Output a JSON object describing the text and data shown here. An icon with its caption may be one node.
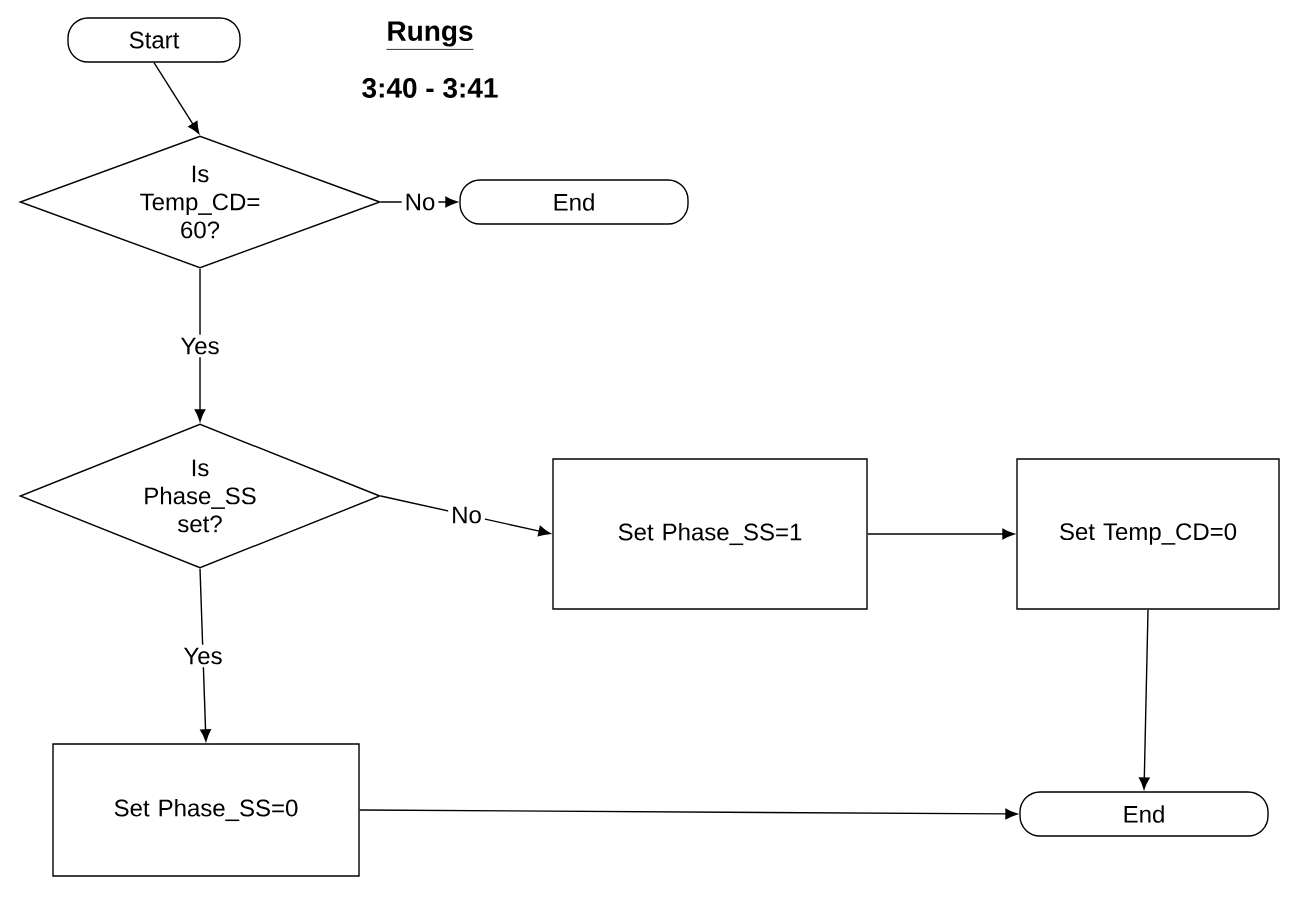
{
  "diagram": {
    "title": "Rungs",
    "nodes": [
      {
        "text": [
          "Start"
        ]
      },
      {
        "text": [
          "Is Temp_CD= 60?"
        ]
      },
      {
        "text": [
          "End"
        ]
      },
      {
        "text": [
          "Is Phase_SS set?"
        ]
      },
      {
        "text": [
          "Set Phase_SS=1"
        ]
      },
      {
        "text": [
          "Set Temp_CD=0"
        ]
      },
      {
        "text": [
          "End"
        ]
      },
      {
        "text": [
          "Set Phase_SS=0"
        ]
      }
    ],
    "edges": [
      {
        "from": 0,
        "to": 1,
        "arrow": "to"
      },
      {
        "from": 1,
        "to": 2,
        "arrow": "to",
        "label": "No"
      },
      {
        "from": 1,
        "to": 3,
        "arrow": "to",
        "label": "Yes"
      },
      {
        "from": 3,
        "to": 4,
        "arrow": "to",
        "label": "No"
      },
      {
        "from": 4,
        "to": 5,
        "arrow": "to"
      },
      {
        "from": 5,
        "to": 6,
        "arrow": "to"
      },
      {
        "from": 3,
        "to": 7,
        "arrow": "to",
        "label": "Yes"
      },
      {
        "from": 7,
        "to": 6,
        "arrow": "to"
      }
    ],
    "labels": [
      "3:40 - 3:41"
    ]
  }
}
